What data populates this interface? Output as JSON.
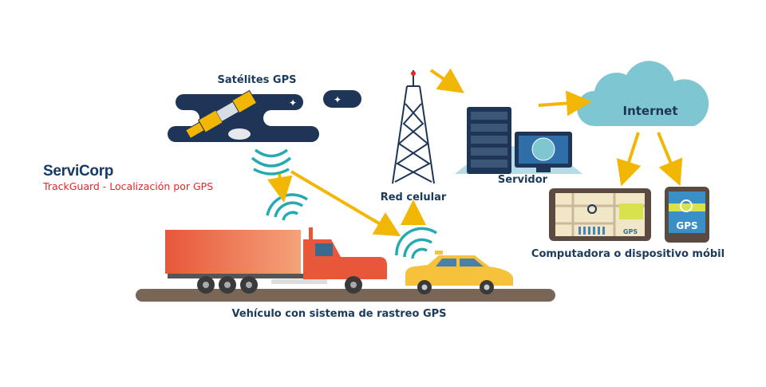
{
  "brand": {
    "name": "ServiCorp",
    "subtitle": "TrackGuard - Localización por GPS"
  },
  "labels": {
    "satellites": "Satélites GPS",
    "tower": "Red celular",
    "server": "Servidor",
    "internet": "Internet",
    "devices": "Computadora o dispositivo móbil",
    "vehicle": "Vehículo con sistema de rastreo GPS",
    "gps_device": "GPS",
    "gps_tablet": "GPS"
  },
  "colors": {
    "arrow": "#f2b705",
    "signal": "#25a9b3",
    "navy": "#1f3557",
    "cloud": "#7ec7d2",
    "truck": "#e8573a",
    "car": "#f6c23c",
    "road": "#7a6656"
  }
}
